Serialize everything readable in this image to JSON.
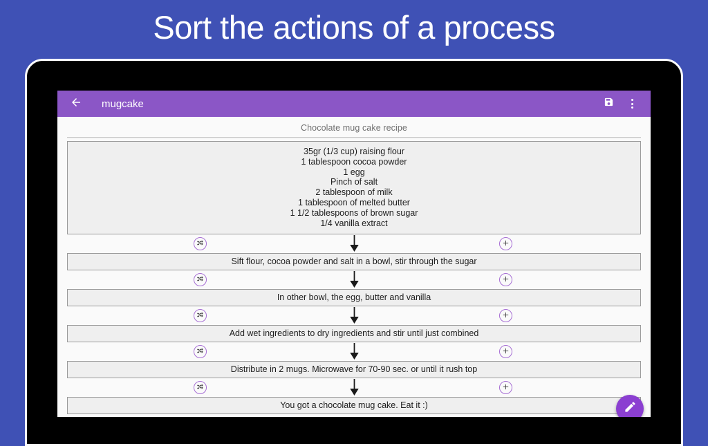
{
  "promo": {
    "headline": "Sort the actions of a process",
    "background_color": "#3F51B5"
  },
  "app": {
    "accent_color": "#8B56C6",
    "fab_color": "#8B3FD1",
    "appbar": {
      "back_icon": "arrow-left-icon",
      "title": "mugcake",
      "save_icon": "save-floppy-icon",
      "overflow_icon": "overflow-menu-icon"
    },
    "fab": {
      "icon": "pencil-edit-icon"
    }
  },
  "recipe": {
    "title": "Chocolate mug cake recipe",
    "ingredients": [
      "35gr (1/3 cup) raising flour",
      "1 tablespoon cocoa powder",
      "1 egg",
      "Pinch of salt",
      "2 tablespoon of milk",
      "1 tablespoon of melted butter",
      "1 1/2 tablespoons of brown sugar",
      "1/4 vanilla extract"
    ],
    "steps": [
      "Sift flour, cocoa powder and salt in a bowl, stir through the sugar",
      "In other bowl, the egg, butter and vanilla",
      "Add wet ingredients to dry ingredients and stir until just combined",
      "Distribute in 2 mugs. Microwave for 70-90 sec. or until it rush top",
      "You got a chocolate mug cake. Eat it :)"
    ],
    "connector": {
      "shuffle_icon": "shuffle-icon",
      "arrow_icon": "arrow-down-icon",
      "add_icon": "plus-icon"
    }
  }
}
